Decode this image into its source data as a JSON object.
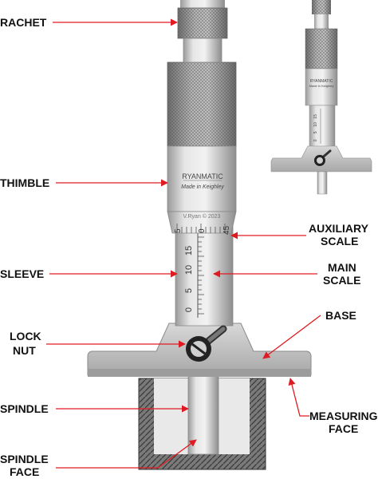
{
  "labels": {
    "rachet": "RACHET",
    "thimble": "THIMBLE",
    "sleeve": "SLEEVE",
    "lock_nut_1": "LOCK",
    "lock_nut_2": "NUT",
    "spindle": "SPINDLE",
    "spindle_face_1": "SPINDLE",
    "spindle_face_2": "FACE",
    "auxiliary_scale_1": "AUXILIARY",
    "auxiliary_scale_2": "SCALE",
    "main_scale_1": "MAIN",
    "main_scale_2": "SCALE",
    "base": "BASE",
    "measuring_face_1": "MEASURING",
    "measuring_face_2": "FACE"
  },
  "thimble_text": {
    "brand": "RYANMATIC",
    "made_in": "Made in Keighley",
    "copyright": "V.Ryan © 2023"
  },
  "aux_scale_numbers": [
    "5",
    "0",
    "45"
  ],
  "main_scale_numbers": [
    "0",
    "5",
    "10",
    "15"
  ],
  "inset_text": {
    "brand": "RYANMATIC",
    "made_in": "Made in Keighley",
    "main_scale_numbers": [
      "0",
      "5",
      "10",
      "15"
    ]
  },
  "colors": {
    "arrow": "#e01a22",
    "steel_light": "#dcdcdc",
    "steel_mid": "#b9b9b9",
    "steel_dark": "#7d7d7d",
    "hatch": "#6b6b6b"
  }
}
